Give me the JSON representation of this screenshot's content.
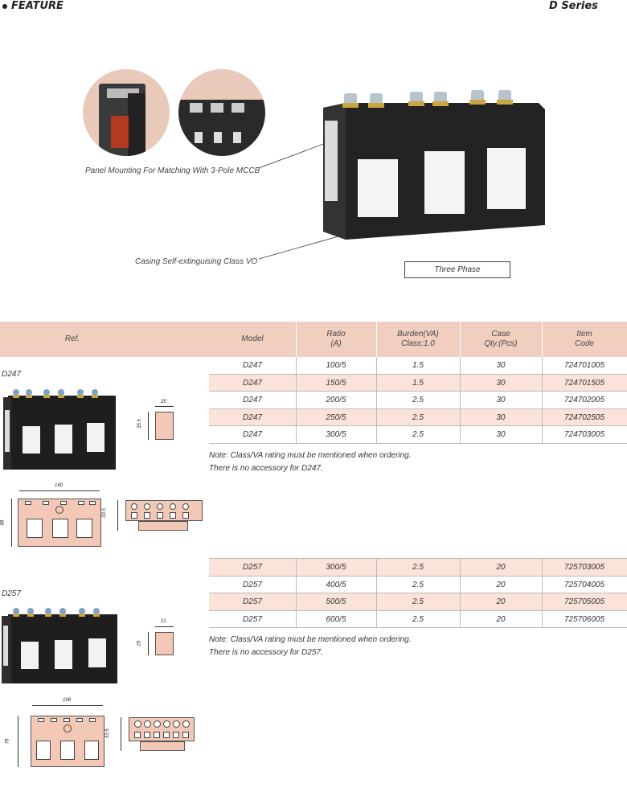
{
  "header": {
    "feature_label": "FEATURE",
    "series_label": "D Series"
  },
  "feature": {
    "caption_panel": "Panel Mounting For Matching With 3-Pole MCCB",
    "caption_casing": "Casing Self-extinguising Class VO",
    "three_phase_label": "Three Phase"
  },
  "table": {
    "headers": {
      "ref": "Ref.",
      "model": "Model",
      "ratio_1": "Ratio",
      "ratio_2": "(A)",
      "burden_1": "Burden(VA)",
      "burden_2": "Class:1.0",
      "case_1": "Case",
      "case_2": "Qty.(Pcs)",
      "item_1": "Item",
      "item_2": "Code"
    }
  },
  "d247": {
    "label": "D247",
    "rows": [
      {
        "model": "D247",
        "ratio": "100/5",
        "burden": "1.5",
        "case": "30",
        "code": "724701005"
      },
      {
        "model": "D247",
        "ratio": "150/5",
        "burden": "1.5",
        "case": "30",
        "code": "724701505"
      },
      {
        "model": "D247",
        "ratio": "200/5",
        "burden": "2.5",
        "case": "30",
        "code": "724702005"
      },
      {
        "model": "D247",
        "ratio": "250/5",
        "burden": "2.5",
        "case": "30",
        "code": "724702505"
      },
      {
        "model": "D247",
        "ratio": "300/5",
        "burden": "2.5",
        "case": "30",
        "code": "724703005"
      }
    ],
    "note_1": "Note: Class/VA rating must be mentioned when ordering.",
    "note_2": "There is no accessory for D247.",
    "dim_width": "25",
    "dim_height": "35.5",
    "dim_length": "140",
    "dim_total": "88",
    "dim_depth": "33.5"
  },
  "d257": {
    "label": "D257",
    "rows": [
      {
        "model": "D257",
        "ratio": "300/5",
        "burden": "2.5",
        "case": "20",
        "code": "725703005"
      },
      {
        "model": "D257",
        "ratio": "400/5",
        "burden": "2.5",
        "case": "20",
        "code": "725704005"
      },
      {
        "model": "D257",
        "ratio": "500/5",
        "burden": "2.5",
        "case": "20",
        "code": "725705005"
      },
      {
        "model": "D257",
        "ratio": "600/5",
        "burden": "2.5",
        "case": "20",
        "code": "725706005"
      }
    ],
    "note_1": "Note: Class/VA rating must be mentioned when ordering.",
    "note_2": "There is no accessory for D257.",
    "dim_width": "21",
    "dim_height": "25",
    "dim_length": "108",
    "dim_total": "78",
    "dim_depth": "53.5"
  }
}
